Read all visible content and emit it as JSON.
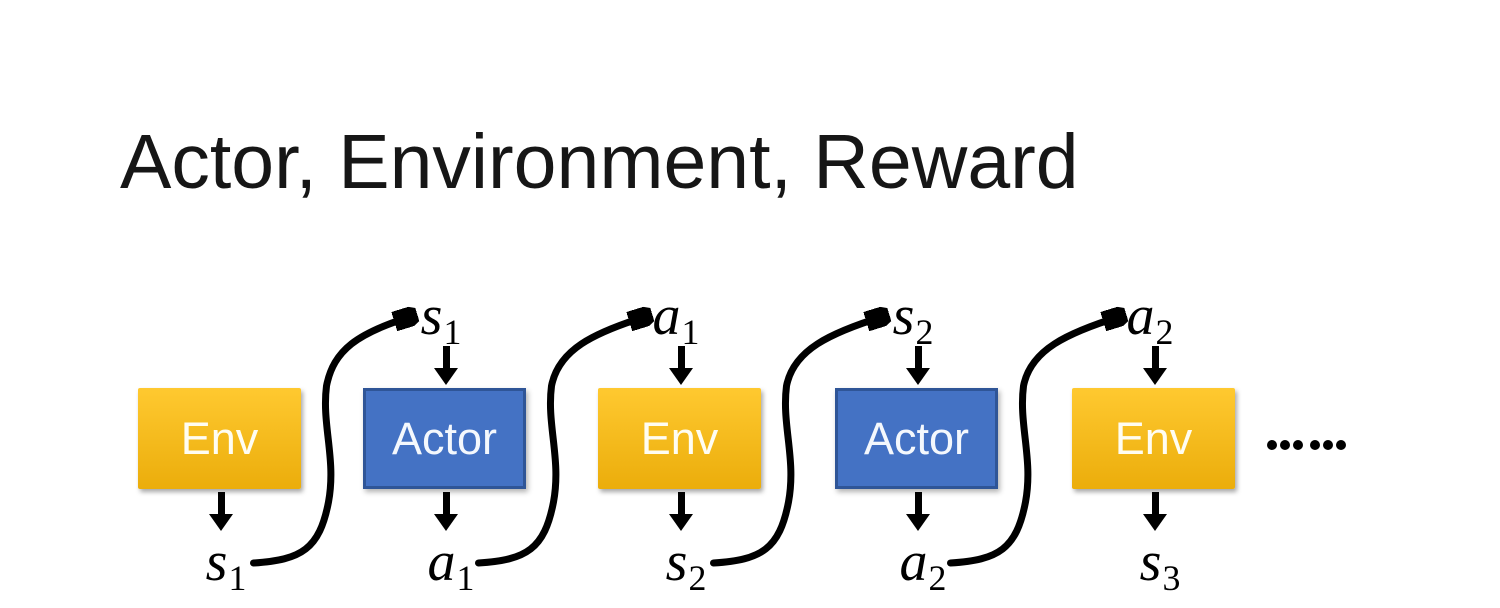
{
  "header": {
    "title": "Actor, Environment, Reward"
  },
  "colors": {
    "env_fill_top": "#FFC930",
    "env_fill_bottom": "#EBAD0B",
    "actor_fill": "#4472C4",
    "actor_border": "#2F5597",
    "arrow": "#000000",
    "text_on_box": "#FFFFFF",
    "title_text": "#161616"
  },
  "diagram": {
    "units": [
      {
        "box_label": "Env",
        "bottom_label": {
          "base": "s",
          "sub": "1"
        }
      },
      {
        "box_label": "Actor",
        "top_label": {
          "base": "s",
          "sub": "1"
        },
        "bottom_label": {
          "base": "a",
          "sub": "1"
        }
      },
      {
        "box_label": "Env",
        "top_label": {
          "base": "a",
          "sub": "1"
        },
        "bottom_label": {
          "base": "s",
          "sub": "2"
        }
      },
      {
        "box_label": "Actor",
        "top_label": {
          "base": "s",
          "sub": "2"
        },
        "bottom_label": {
          "base": "a",
          "sub": "2"
        }
      },
      {
        "box_label": "Env",
        "top_label": {
          "base": "a",
          "sub": "2"
        },
        "bottom_label": {
          "base": "s",
          "sub": "3"
        }
      }
    ],
    "ellipsis": "……"
  }
}
